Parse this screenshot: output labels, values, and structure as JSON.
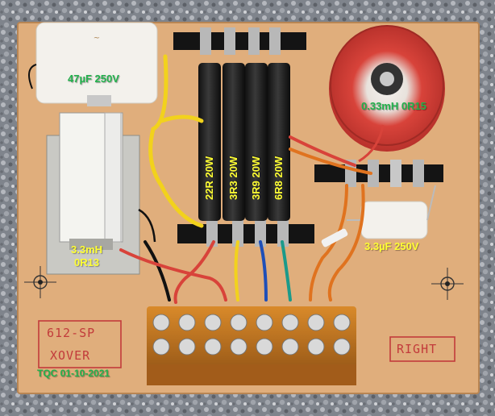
{
  "labels": {
    "cap_top": "47µF 250V",
    "inductor_right": "0.33mH 0R15",
    "inductor_left_1": "3.3mH",
    "inductor_left_2": "0R13",
    "cap_small": "3.3µF 250V",
    "res1": "22R 20W",
    "res2": "3R3 20W",
    "res3": "3R9 20W",
    "res4": "6R8 20W",
    "date": "TQC 01-10-2021"
  },
  "board_text": {
    "model": "612-SP",
    "xover": "XOVER",
    "side": "RIGHT"
  },
  "colors": {
    "board": "#e0ae7c",
    "gravel": "#8a8f98",
    "label_green": "#22b14c",
    "label_yellow": "#ffff33",
    "pen_red": "#c23b3b"
  }
}
